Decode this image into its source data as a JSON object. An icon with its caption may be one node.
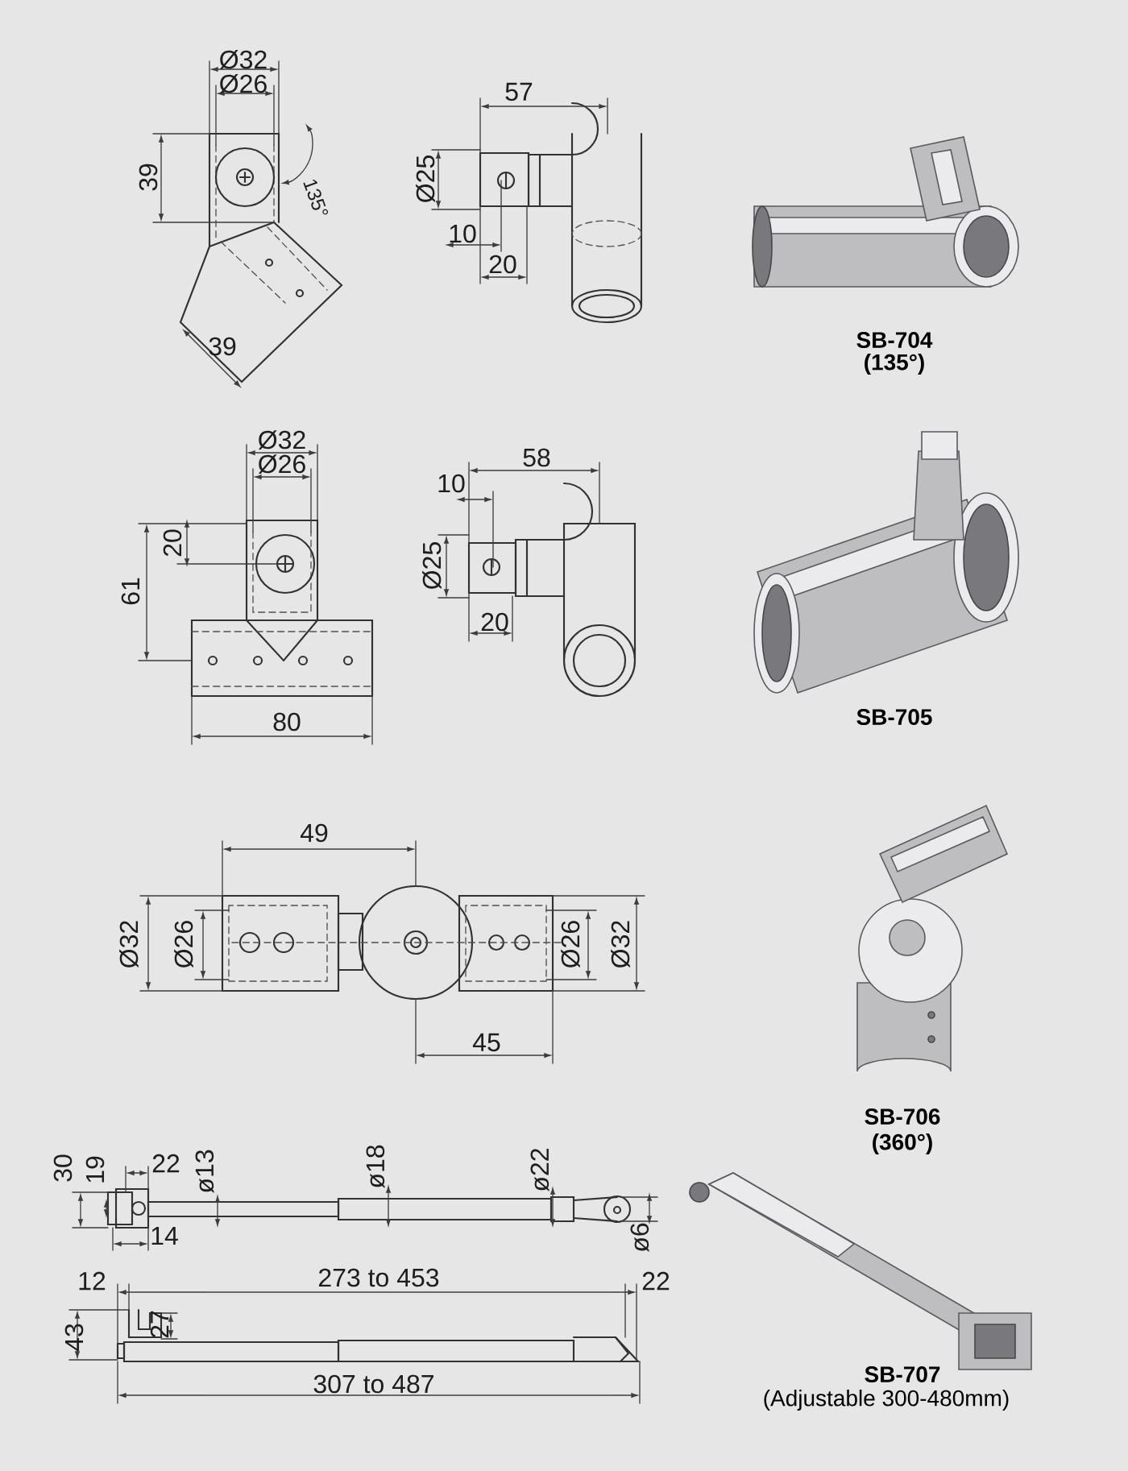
{
  "diagram": {
    "nodes": [
      {
        "text": [],
        "shape": "picture",
        "beside": [
          "SB-704",
          "(135°)"
        ]
      },
      {
        "text": [],
        "shape": "picture",
        "beside": [
          "SB-705"
        ]
      },
      {
        "text": [],
        "shape": "picture",
        "beside": [
          "SB-706",
          "(360°)"
        ]
      },
      {
        "text": [],
        "shape": "picture",
        "beside": [
          "SB-707",
          "(Adjustable 300-480mm)"
        ]
      }
    ],
    "labels": [
      "Ø32",
      "Ø26",
      "39",
      "135°",
      "39",
      "57",
      "Ø25",
      "10",
      "20",
      "Ø32",
      "Ø26",
      "20",
      "61",
      "80",
      "58",
      "10",
      "Ø25",
      "20",
      "49",
      "Ø32",
      "Ø26",
      "Ø26",
      "Ø32",
      "45",
      "30",
      "19",
      "22",
      "ø13",
      "14",
      "ø18",
      "ø22",
      "ø6",
      "12",
      "273 to 453",
      "22",
      "43",
      "27",
      "307 to 487"
    ]
  }
}
